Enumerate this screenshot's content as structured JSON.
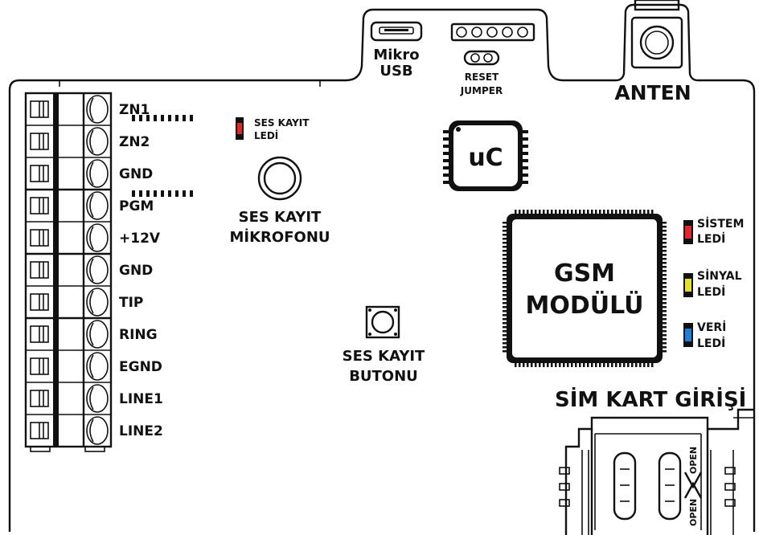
{
  "board": {
    "terminals": [
      "ZN1",
      "ZN2",
      "GND",
      "PGM",
      "+12V",
      "GND",
      "TIP",
      "RING",
      "EGND",
      "LINE1",
      "LINE2"
    ],
    "usb": {
      "line1": "Mikro",
      "line2": "USB"
    },
    "reset": {
      "line1": "RESET",
      "line2": "JUMPER"
    },
    "antenna": "ANTEN",
    "rec_led": {
      "line1": "SES KAYIT",
      "line2": "LEDİ",
      "color": "#e3262b"
    },
    "microphone": {
      "line1": "SES KAYIT",
      "line2": "MİKROFONU"
    },
    "mcu": "uC",
    "gsm": {
      "line1": "GSM",
      "line2": "MODÜLÜ"
    },
    "status_leds": [
      {
        "line1": "SİSTEM",
        "line2": "LEDİ",
        "color": "#e3262b"
      },
      {
        "line1": "SİNYAL",
        "line2": "LEDİ",
        "color": "#e2e22a"
      },
      {
        "line1": "VERİ",
        "line2": "LEDİ",
        "color": "#1f7fd6"
      }
    ],
    "rec_button": {
      "line1": "SES KAYIT",
      "line2": "BUTONU"
    },
    "sim": {
      "title": "SİM KART GİRİŞİ",
      "open_label": "OPEN"
    }
  }
}
